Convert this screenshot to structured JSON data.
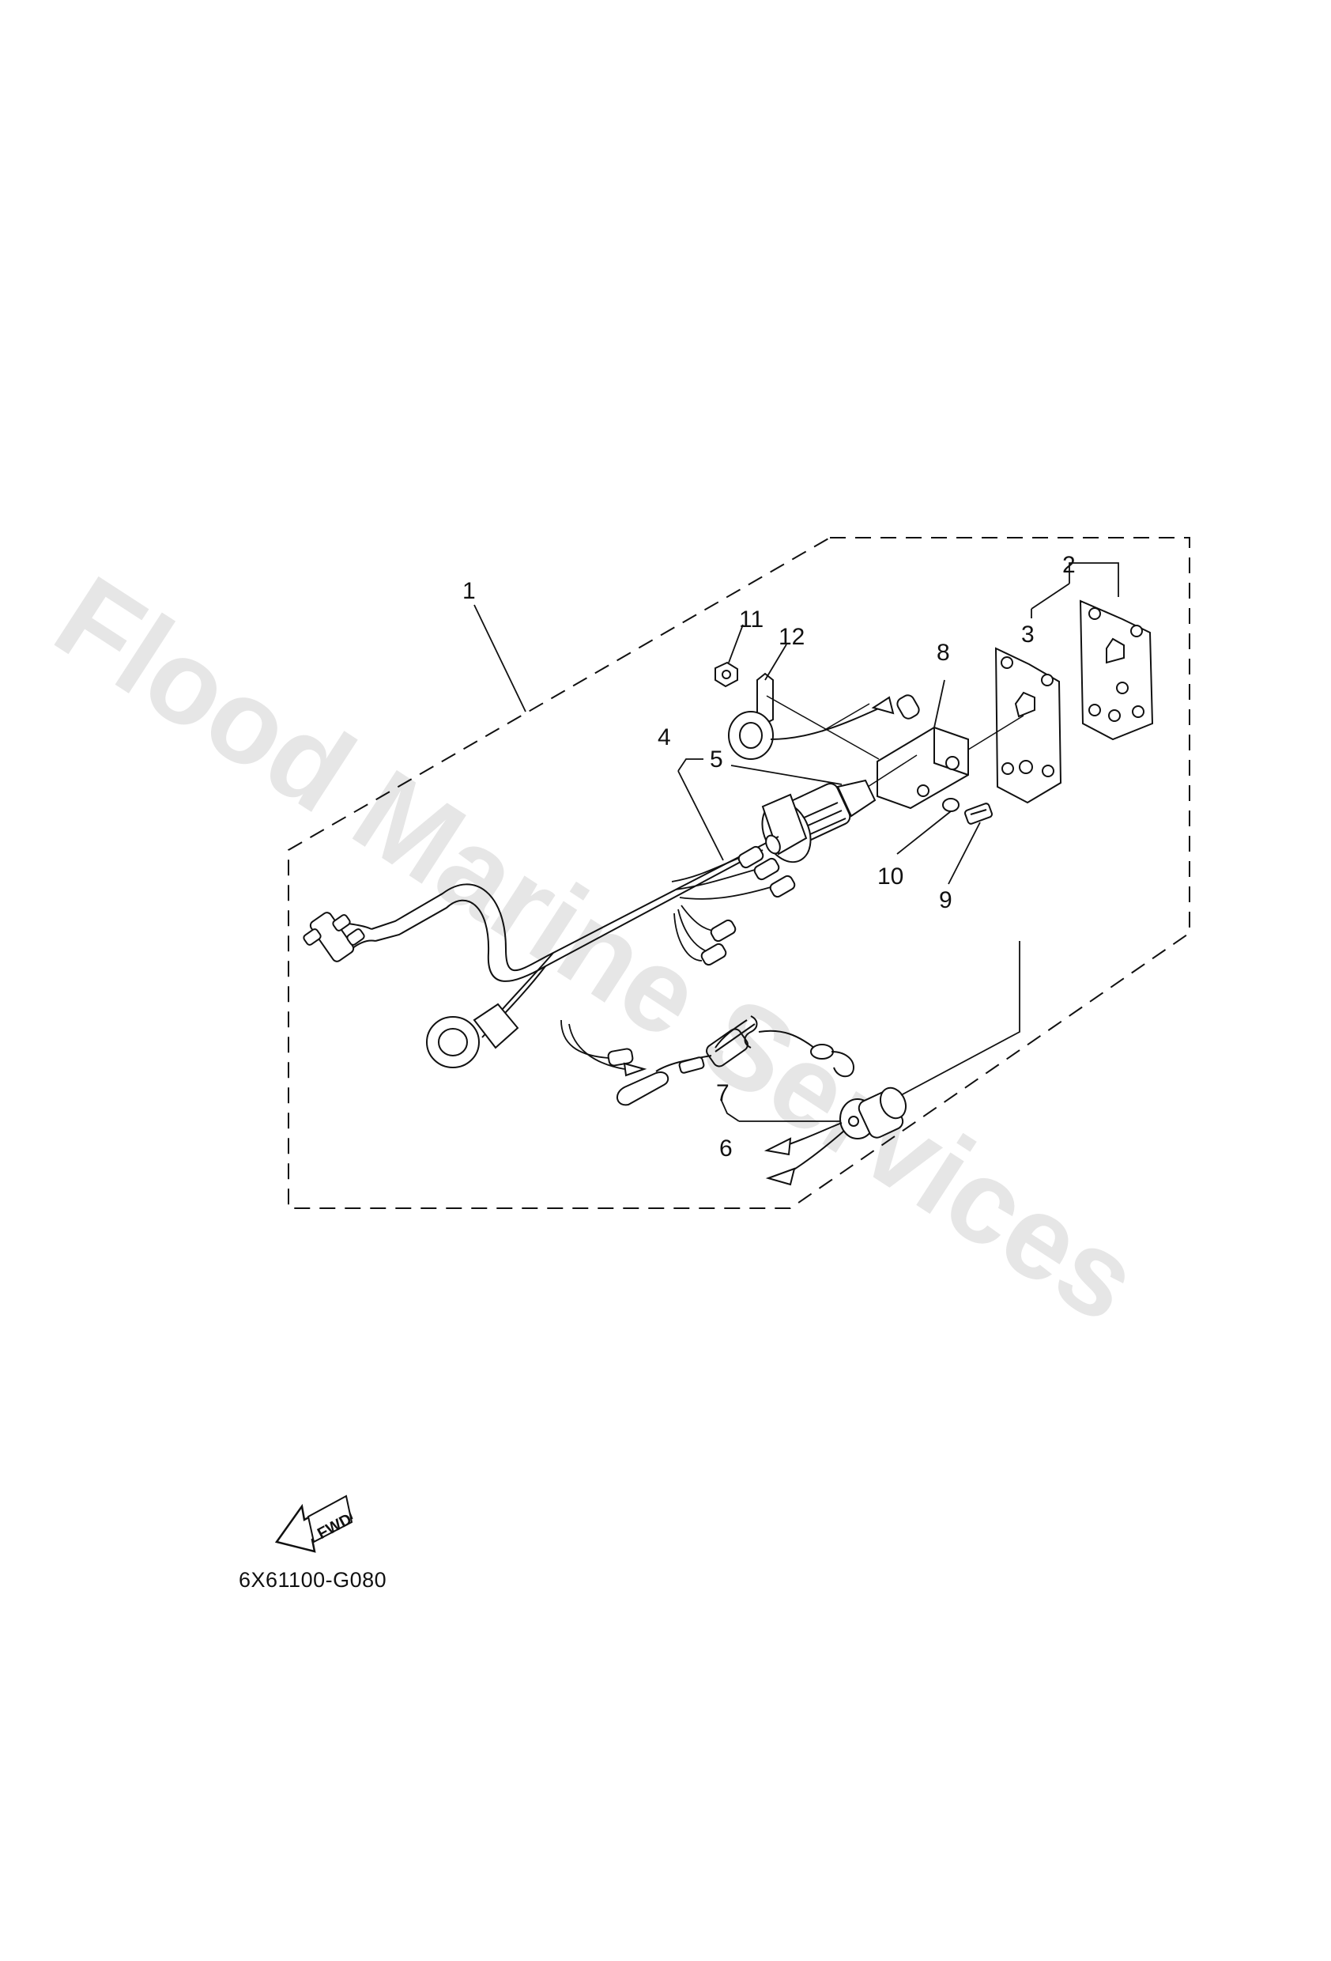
{
  "watermark": "Flood Marine Services",
  "part_code": "6X61100-G080",
  "fwd_label": "FWD",
  "callouts": {
    "c1": "1",
    "c2": "2",
    "c3": "3",
    "c4": "4",
    "c5": "5",
    "c6": "6",
    "c7": "7",
    "c8": "8",
    "c9": "9",
    "c10": "10",
    "c11": "11",
    "c12": "12"
  },
  "icons": [
    "fwd-arrow-icon"
  ]
}
